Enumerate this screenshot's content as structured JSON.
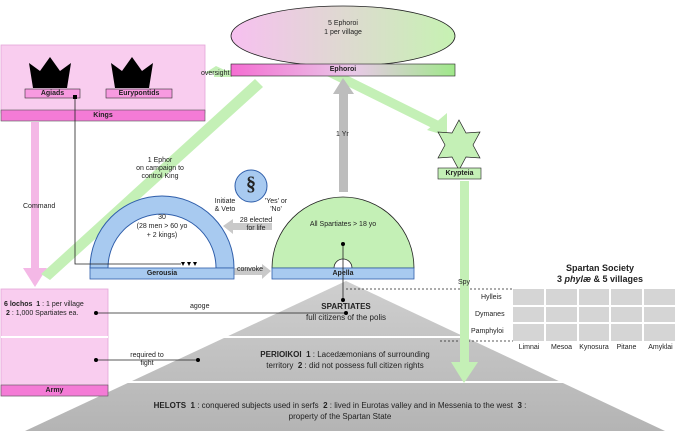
{
  "colors": {
    "pink": "#f9c8ee",
    "pink_border": "#d98ccd",
    "blue": "#a6caf0",
    "blue_border": "#3c64b4",
    "green": "#c4f0b6",
    "arrow_gray": "#bdbdbd",
    "pyramid": "#bdbdbd"
  },
  "ephoroi": {
    "count": "5 Ephoroi",
    "per_village": "1 per village",
    "label": "Ephoroi"
  },
  "kings": {
    "label": "Kings",
    "agiads": "Agiads",
    "eurypontids": "Eurypontids",
    "oversight": "oversight"
  },
  "krypteia": {
    "label": "Krypteia",
    "spy": "Spy"
  },
  "gerousia": {
    "label": "Gerousia",
    "line1": "30",
    "line2": "(28 men > 60 yo",
    "line3": "+ 2 kings)",
    "ephor_note": [
      "1 Ephor",
      "on campaign to",
      "control King"
    ]
  },
  "apella": {
    "label": "Apella",
    "members": "All Spartiates > 18 yo",
    "elected": [
      "28 elected",
      "for life"
    ],
    "convoke": "convoke",
    "term": "1 Yr"
  },
  "law": {
    "symbol": "§",
    "initiate": [
      "Initiate",
      "& Veto"
    ],
    "yes_no": [
      "'Yes' or",
      "'No'"
    ]
  },
  "army": {
    "label": "Army",
    "command": "Command",
    "line1_num": "6 lochos",
    "line1_idx": "1",
    "line1_rest": ": 1 per village",
    "line2_idx": "2",
    "line2_rest": ": 1,000 Spartiates ea.",
    "agoge": "agoge",
    "required": [
      "required to",
      "fight"
    ]
  },
  "classes": {
    "spartiates_title": "SPARTIATES",
    "spartiates_sub": "full citizens of the polis",
    "perioikoi_title": "PERIOIKOI",
    "perioikoi_1": "1",
    "perioikoi_1_text": ": Lacedæmonians of surrounding",
    "perioikoi_line2a": "territory",
    "perioikoi_2": "2",
    "perioikoi_2_text": ": did not possess full citizen rights",
    "helots_title": "HELOTS",
    "helots_1": "1",
    "helots_1_text": ": conquered subjects used in serfs",
    "helots_2": "2",
    "helots_2_text": ": lived in Eurotas valley and in Messenia to the west",
    "helots_3": "3",
    "helots_3_text": ":",
    "helots_line2": "property of the Spartan State"
  },
  "society": {
    "title_line1": "Spartan Society",
    "title_line2_a": "3 ",
    "title_line2_b": "phylæ",
    "title_line2_c": " & 5 villages",
    "phylae": [
      "Hylleis",
      "Dymanes",
      "Pamphyloi"
    ],
    "villages": [
      "Limnai",
      "Mesoa",
      "Kynosura",
      "Pitane",
      "Amyklai"
    ]
  }
}
